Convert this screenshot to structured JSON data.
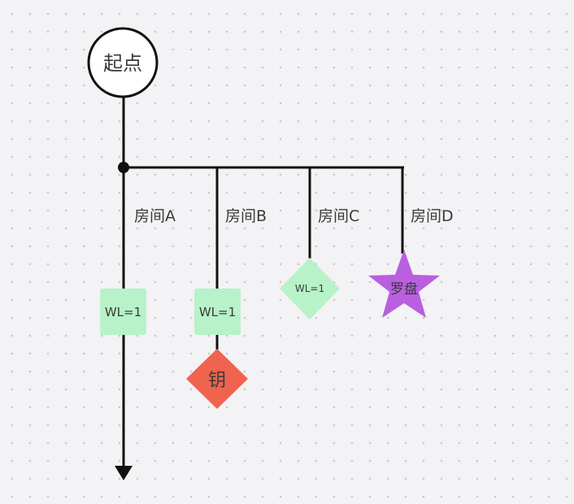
{
  "start_node": {
    "label": "起点"
  },
  "branches": [
    {
      "label": "房间A"
    },
    {
      "label": "房间B"
    },
    {
      "label": "房间C"
    },
    {
      "label": "房间D"
    }
  ],
  "nodes": {
    "wl_a": {
      "label": "WL=1"
    },
    "wl_b": {
      "label": "WL=1"
    },
    "wl_c": {
      "label": "WL=1"
    },
    "key": {
      "label": "钥"
    },
    "compass": {
      "label": "罗盘"
    }
  },
  "colors": {
    "line": "#111111",
    "wl_fill": "#b8f2c8",
    "key_fill": "#f0634f",
    "compass_fill": "#b95fe0",
    "start_fill": "#ffffff"
  }
}
